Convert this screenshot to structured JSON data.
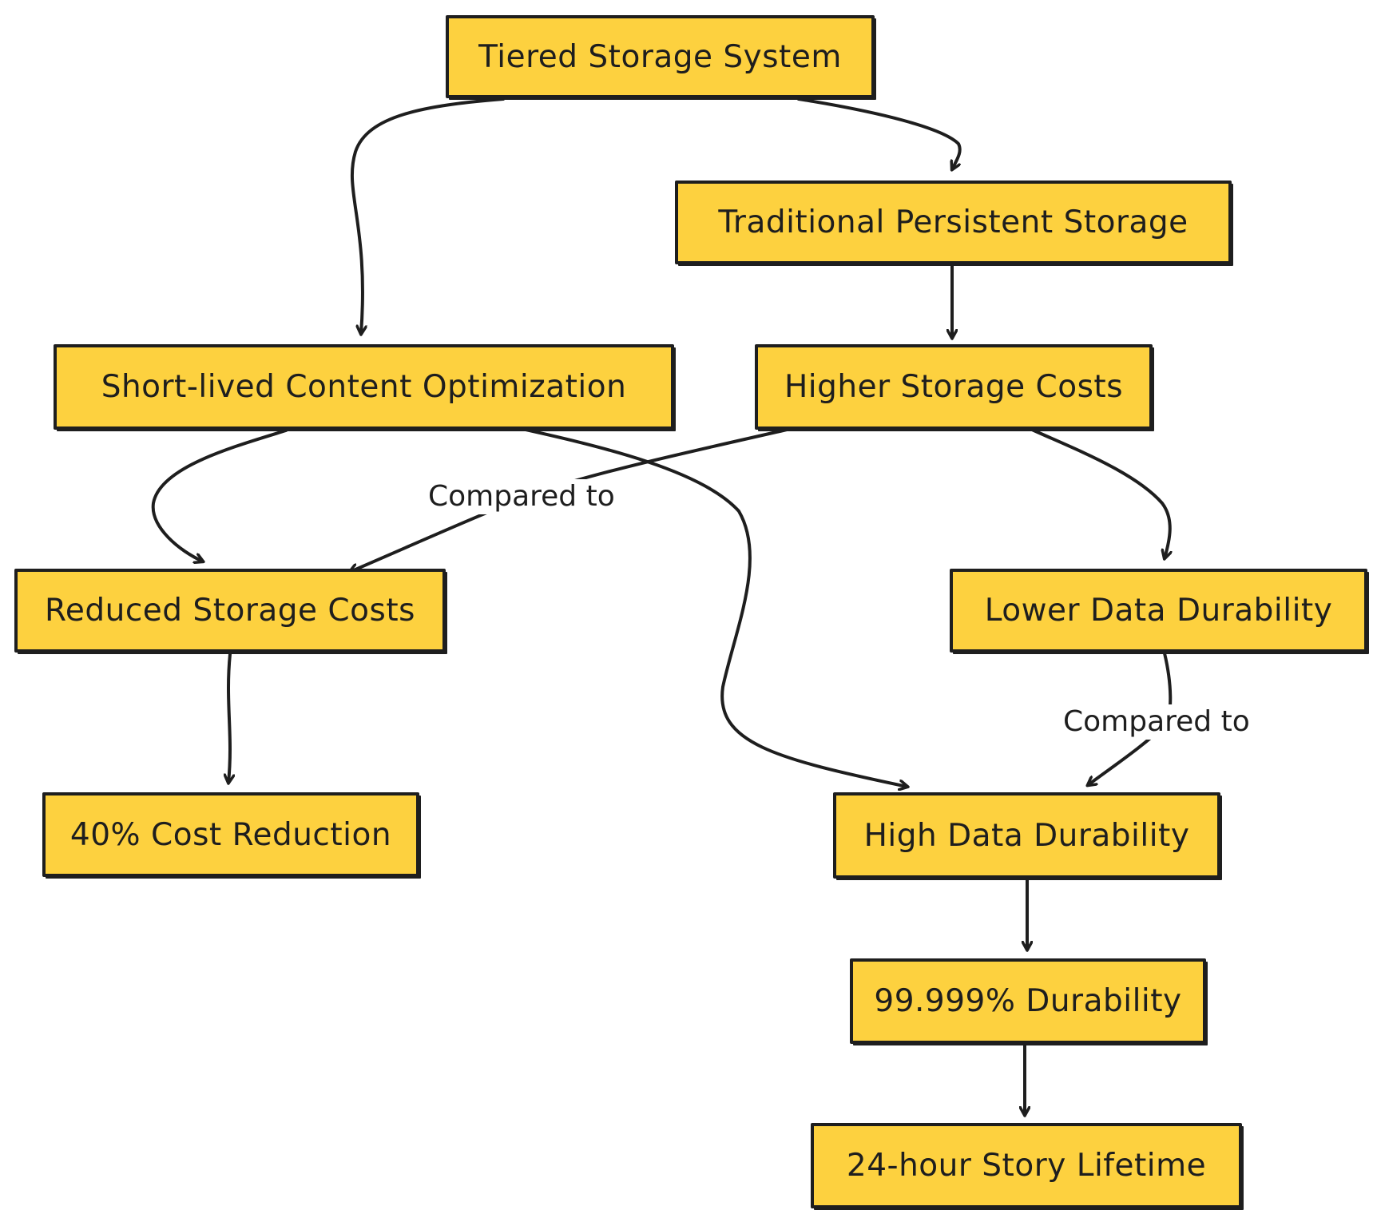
{
  "colors": {
    "node_fill": "#fdd13f",
    "stroke": "#1e1e1e",
    "background": "#ffffff"
  },
  "nodes": {
    "tiered_storage_system": "Tiered Storage System",
    "traditional_persistent_storage": "Traditional Persistent Storage",
    "short_lived_content_optimization": "Short-lived Content Optimization",
    "higher_storage_costs": "Higher Storage Costs",
    "reduced_storage_costs": "Reduced Storage Costs",
    "lower_data_durability": "Lower Data Durability",
    "cost_reduction_40": "40% Cost Reduction",
    "high_data_durability": "High Data Durability",
    "durability_99999": "99.999% Durability",
    "story_lifetime_24h": "24-hour Story Lifetime"
  },
  "edge_labels": {
    "higher_costs_to_reduced_costs": "Compared to",
    "lower_durability_to_high_durability": "Compared to"
  }
}
